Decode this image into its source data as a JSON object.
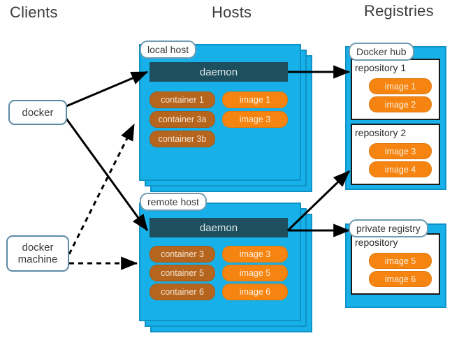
{
  "columns": [
    {
      "label": "Clients"
    },
    {
      "label": "Hosts"
    },
    {
      "label": "Registries"
    }
  ],
  "clients": [
    {
      "name": "docker-client",
      "label": "docker"
    },
    {
      "name": "docker-machine-client",
      "label_line1": "docker",
      "label_line2": "machine"
    }
  ],
  "hosts": [
    {
      "name": "local-host",
      "label": "local host",
      "daemon": "daemon",
      "containers": [
        "container 1",
        "container 3a",
        "container 3b"
      ],
      "images": [
        "image 1",
        "image 3"
      ]
    },
    {
      "name": "remote-host",
      "label": "remote host",
      "daemon": "daemon",
      "containers": [
        "container 3",
        "container 5",
        "container 6"
      ],
      "images": [
        "image 3",
        "image 5",
        "image 6"
      ]
    }
  ],
  "registries": [
    {
      "name": "docker-hub",
      "label": "Docker hub",
      "repositories": [
        {
          "title": "repository 1",
          "images": [
            "image 1",
            "image 2"
          ]
        },
        {
          "title": "repository 2",
          "images": [
            "image 3",
            "image 4"
          ]
        }
      ]
    },
    {
      "name": "private-registry",
      "label": "private registry",
      "repositories": [
        {
          "title": "repository",
          "images": [
            "image 5",
            "image 6"
          ]
        }
      ]
    }
  ],
  "connections": [
    {
      "name": "docker-to-local-daemon",
      "style": "solid"
    },
    {
      "name": "docker-to-remote-daemon",
      "style": "solid"
    },
    {
      "name": "docker-machine-to-local-host",
      "style": "dashed"
    },
    {
      "name": "docker-machine-to-remote-host",
      "style": "dashed"
    },
    {
      "name": "local-daemon-to-repository-1",
      "style": "solid"
    },
    {
      "name": "remote-daemon-to-repository-2",
      "style": "solid"
    },
    {
      "name": "remote-daemon-to-private-registry",
      "style": "solid"
    }
  ],
  "colors": {
    "host_fill": "#17b0e8",
    "host_border": "#0f93c7",
    "daemon": "#1d4f5e",
    "container": "#b5651d",
    "image": "#f58410",
    "client_border": "#5b8aa6",
    "text": "#3b3b3b"
  }
}
